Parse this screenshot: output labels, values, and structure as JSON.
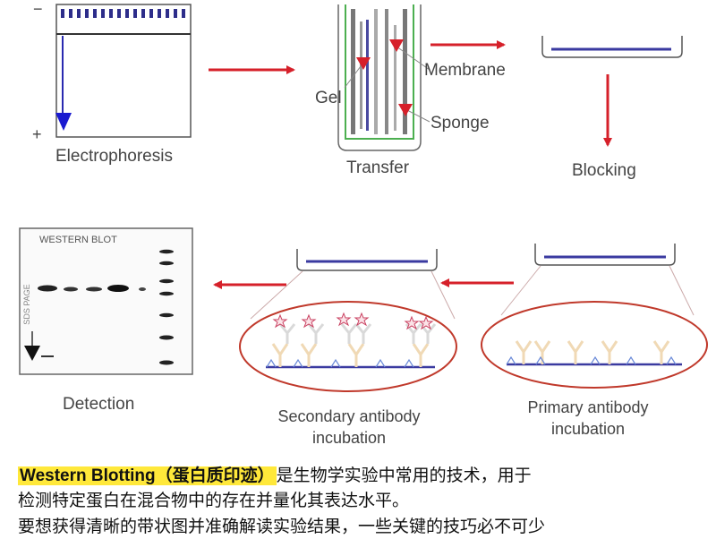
{
  "steps": {
    "electrophoresis": "Electrophoresis",
    "transfer": "Transfer",
    "blocking": "Blocking",
    "detection": "Detection",
    "secondary": "Secondary antibody incubation",
    "primary": "Primary antibody incubation"
  },
  "parts": {
    "gel": "Gel",
    "membrane": "Membrane",
    "sponge": "Sponge"
  },
  "blot": {
    "title": "WESTERN BLOT",
    "axis": "SDS PAGE"
  },
  "signs": {
    "minus": "−",
    "plus": "+"
  },
  "caption": {
    "term": "Western Blotting（蛋白质印迹）",
    "line1_rest": "是生物学实验中常用的技术，用于",
    "line2": "检测特定蛋白在混合物中的存在并量化其表达水平。",
    "line3": "要想获得清晰的带状图并准确解读实验结果，一些关键的技巧必不可少"
  },
  "colors": {
    "arrow": "#d6202a",
    "membrane": "#3a3aa0",
    "oval": "#c0392b",
    "highlight": "#ffe83a"
  }
}
